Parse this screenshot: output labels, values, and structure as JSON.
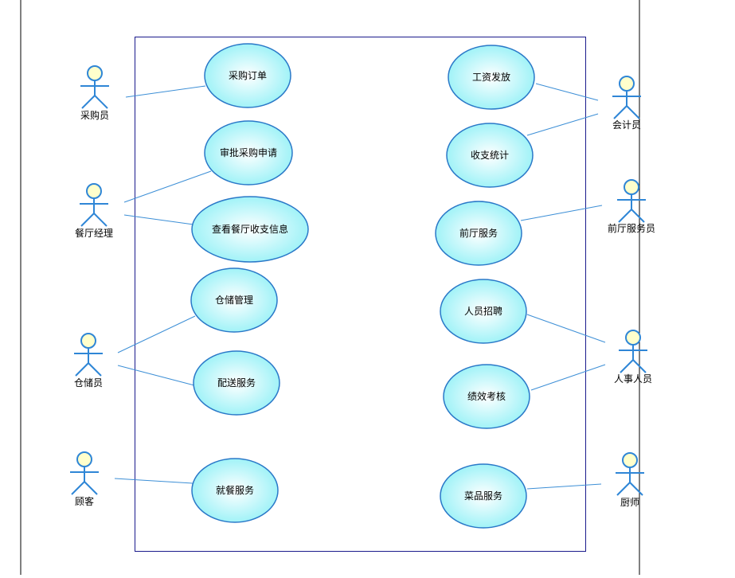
{
  "colors": {
    "boundary": "#1a1a8c",
    "link": "#3d8fd6",
    "actor_stroke": "#2f86d6",
    "actor_head": "#ffffcc",
    "usecase_stroke": "#2a78c8",
    "usecase_fill_center": "#ffffff",
    "usecase_fill_edge": "#8ef0f6",
    "page_line": "#000000"
  },
  "actors": [
    {
      "id": "buyer",
      "label": "采购员"
    },
    {
      "id": "manager",
      "label": "餐厅经理"
    },
    {
      "id": "warehouse",
      "label": "仓储员"
    },
    {
      "id": "customer",
      "label": "顾客"
    },
    {
      "id": "accountant",
      "label": "会计员"
    },
    {
      "id": "front",
      "label": "前厅服务员"
    },
    {
      "id": "hr",
      "label": "人事人员"
    },
    {
      "id": "chef",
      "label": "厨师"
    }
  ],
  "use_cases": [
    {
      "id": "purchase-order",
      "label": "采购订单"
    },
    {
      "id": "approve-purchase",
      "label": "审批采购申请"
    },
    {
      "id": "view-finance",
      "label": "查看餐厅收支信息"
    },
    {
      "id": "storage",
      "label": "仓储管理"
    },
    {
      "id": "delivery",
      "label": "配送服务"
    },
    {
      "id": "dining",
      "label": "就餐服务"
    },
    {
      "id": "salary",
      "label": "工资发放"
    },
    {
      "id": "stats",
      "label": "收支统计"
    },
    {
      "id": "front-service",
      "label": "前厅服务"
    },
    {
      "id": "recruit",
      "label": "人员招聘"
    },
    {
      "id": "performance",
      "label": "绩效考核"
    },
    {
      "id": "dish",
      "label": "菜品服务"
    }
  ],
  "associations": [
    {
      "actor": "buyer",
      "use_case": "purchase-order"
    },
    {
      "actor": "manager",
      "use_case": "approve-purchase"
    },
    {
      "actor": "manager",
      "use_case": "view-finance"
    },
    {
      "actor": "warehouse",
      "use_case": "storage"
    },
    {
      "actor": "warehouse",
      "use_case": "delivery"
    },
    {
      "actor": "customer",
      "use_case": "dining"
    },
    {
      "actor": "accountant",
      "use_case": "salary"
    },
    {
      "actor": "accountant",
      "use_case": "stats"
    },
    {
      "actor": "front",
      "use_case": "front-service"
    },
    {
      "actor": "hr",
      "use_case": "recruit"
    },
    {
      "actor": "hr",
      "use_case": "performance"
    },
    {
      "actor": "chef",
      "use_case": "dish"
    }
  ]
}
